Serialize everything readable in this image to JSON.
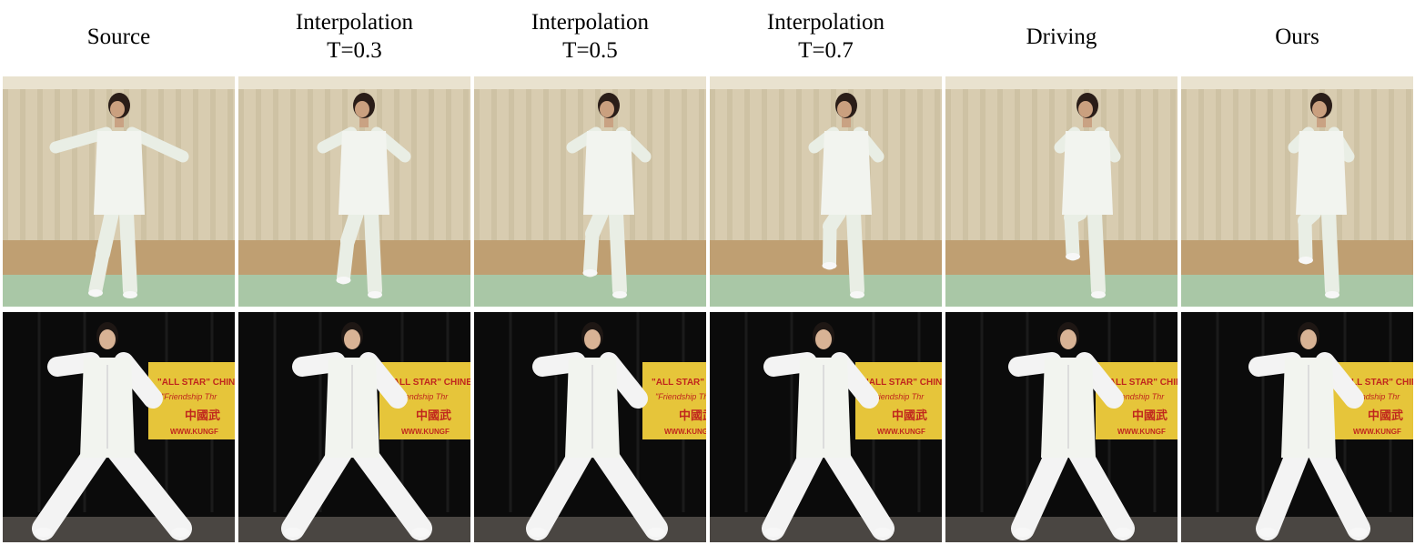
{
  "columns": [
    {
      "title": "Source"
    },
    {
      "title": "Interpolation\nT=0.3"
    },
    {
      "title": "Interpolation\nT=0.5"
    },
    {
      "title": "Interpolation\nT=0.7"
    },
    {
      "title": "Driving"
    },
    {
      "title": "Ours"
    }
  ],
  "rows": [
    {
      "scene": "studio-curtain-wood-floor"
    },
    {
      "scene": "black-stage-yellow-banner"
    }
  ],
  "banner": {
    "line1": "\"ALL STAR\" CHINESE M",
    "line2": "\"Friendship Thr",
    "line3": "中國武",
    "line4": "WWW.KUNGF"
  },
  "colors": {
    "curtain": "#d8ccb0",
    "floor": "#bf9f72",
    "mat": "#a9c7a6",
    "stage": "#0b0b0b",
    "banner": "#e6c53a",
    "suit": "#f2f4ef"
  }
}
